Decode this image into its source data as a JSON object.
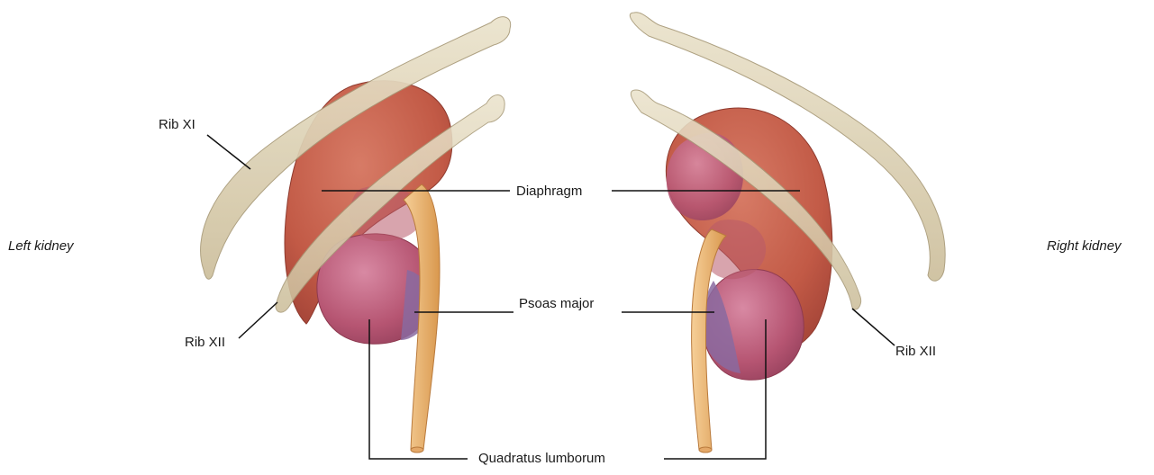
{
  "labels": {
    "left_kidney": "Left kidney",
    "right_kidney": "Right kidney",
    "rib_xi": "Rib XI",
    "rib_xii_left": "Rib XII",
    "rib_xii_right": "Rib XII",
    "diaphragm": "Diaphragm",
    "psoas_major": "Psoas major",
    "quadratus_lumborum": "Quadratus lumborum"
  },
  "colors": {
    "kidney": "#c45c4a",
    "kidney_pale": "#b0506a",
    "psoas_region": "#8a6aa0",
    "rib": "#ddd2b6",
    "tendon": "#e8b06a",
    "leader_line": "#111111"
  }
}
